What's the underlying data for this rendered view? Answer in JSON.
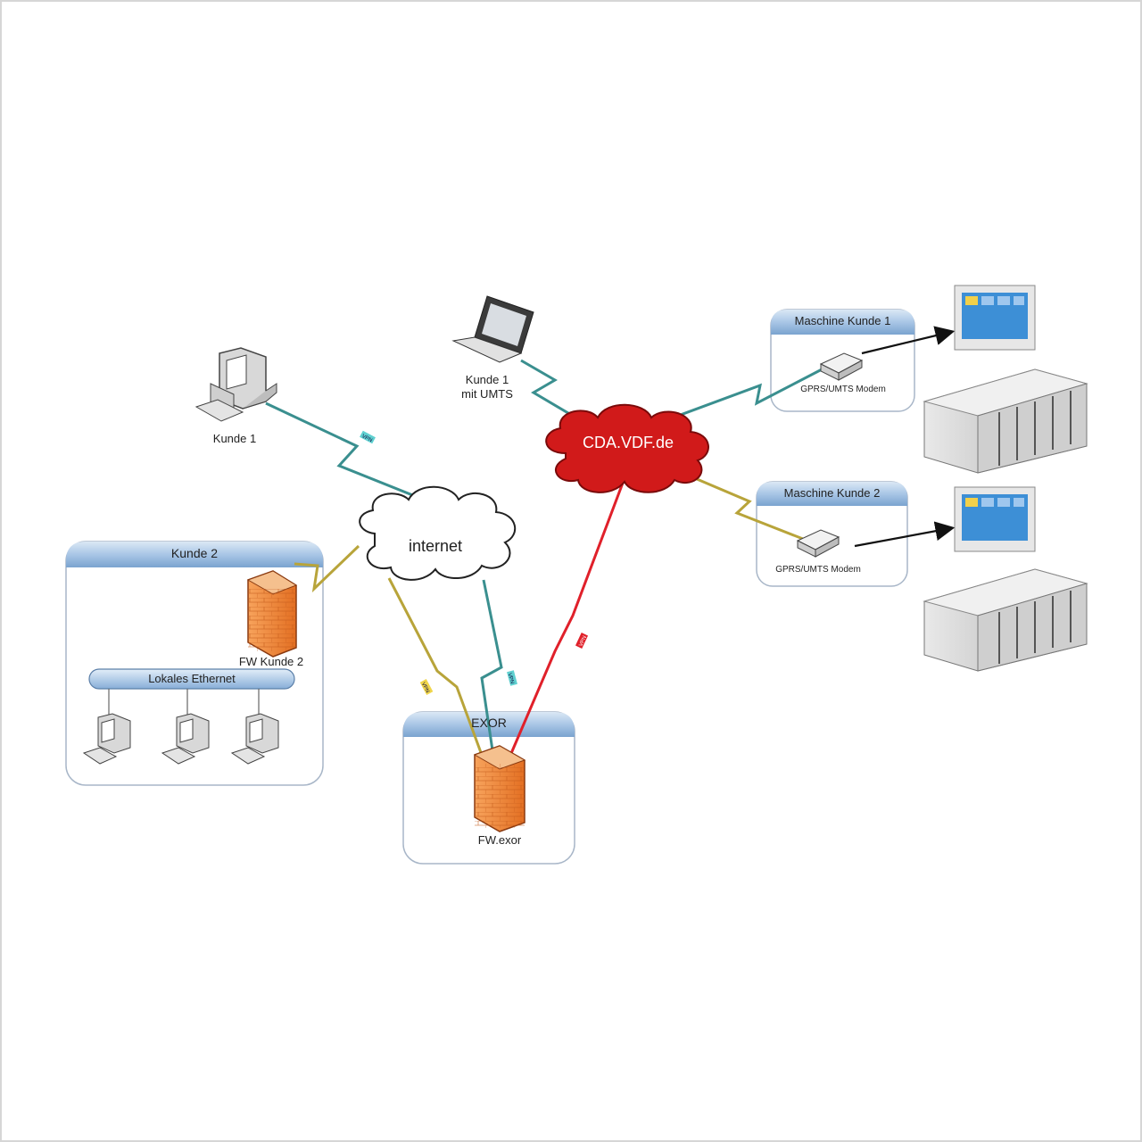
{
  "nodes": {
    "kunde1_pc": {
      "label": "Kunde 1"
    },
    "kunde1_laptop": {
      "label_line1": "Kunde 1",
      "label_line2": "mit UMTS"
    },
    "internet": {
      "label": "internet"
    },
    "cda": {
      "label": "CDA.VDF.de"
    },
    "fw_exor": {
      "label": "FW.exor"
    },
    "fw_kunde2": {
      "label": "FW Kunde 2"
    },
    "modem1": {
      "label": "GPRS/UMTS Modem"
    },
    "modem2": {
      "label": "GPRS/UMTS Modem"
    }
  },
  "groups": {
    "kunde2": {
      "title": "Kunde 2",
      "bus_label": "Lokales Ethernet"
    },
    "exor": {
      "title": "EXOR"
    },
    "maschine1": {
      "title": "Maschine Kunde 1"
    },
    "maschine2": {
      "title": "Maschine Kunde 2"
    }
  },
  "link_tag": "VPN",
  "colors": {
    "teal_link": "#3a8f8f",
    "olive_link": "#b8a43a",
    "red_link": "#e0202a",
    "header_blue": "#8fb4d9",
    "cloud_red": "#d11a1a",
    "firewall_orange": "#ef8a3c"
  }
}
